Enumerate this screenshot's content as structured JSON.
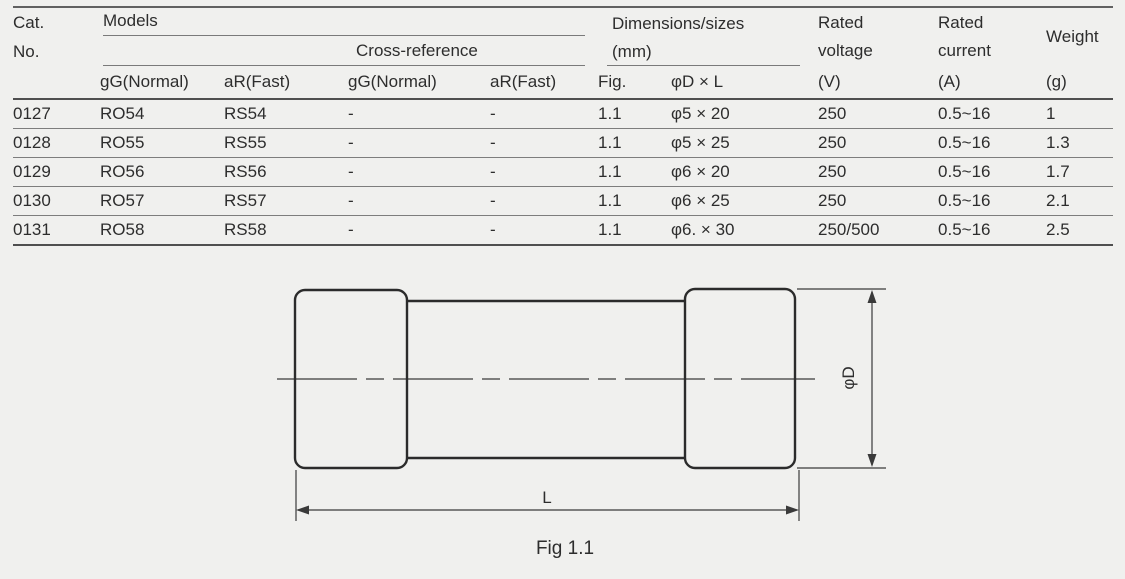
{
  "table": {
    "header": {
      "cat_line1": "Cat.",
      "cat_line2": "No.",
      "models": "Models",
      "cross_reference": "Cross-reference",
      "dimensions_line1": "Dimensions/sizes",
      "dimensions_line2": "(mm)",
      "rated_voltage_line1": "Rated",
      "rated_voltage_line2": "voltage",
      "rated_voltage_unit": "(V)",
      "rated_current_line1": "Rated",
      "rated_current_line2": "current",
      "rated_current_unit": "(A)",
      "weight": "Weight",
      "weight_unit": "(g)",
      "sub_models_gg": "gG(Normal)",
      "sub_models_ar": "aR(Fast)",
      "sub_cross_gg": "gG(Normal)",
      "sub_cross_ar": "aR(Fast)",
      "sub_fig": "Fig.",
      "sub_dim": "φD × L"
    },
    "rows": [
      {
        "cat": "0127",
        "gg": "RO54",
        "ar": "RS54",
        "cross_gg": "-",
        "cross_ar": "-",
        "fig": "1.1",
        "dim": "φ5 × 20",
        "voltage": "250",
        "current": "0.5~16",
        "weight": "1"
      },
      {
        "cat": "0128",
        "gg": "RO55",
        "ar": "RS55",
        "cross_gg": "-",
        "cross_ar": "-",
        "fig": "1.1",
        "dim": "φ5 × 25",
        "voltage": "250",
        "current": "0.5~16",
        "weight": "1.3"
      },
      {
        "cat": "0129",
        "gg": "RO56",
        "ar": "RS56",
        "cross_gg": "-",
        "cross_ar": "-",
        "fig": "1.1",
        "dim": "φ6 × 20",
        "voltage": "250",
        "current": "0.5~16",
        "weight": "1.7"
      },
      {
        "cat": "0130",
        "gg": "RO57",
        "ar": "RS57",
        "cross_gg": "-",
        "cross_ar": "-",
        "fig": "1.1",
        "dim": "φ6 × 25",
        "voltage": "250",
        "current": "0.5~16",
        "weight": "2.1"
      },
      {
        "cat": "0131",
        "gg": "RO58",
        "ar": "RS58",
        "cross_gg": "-",
        "cross_ar": "-",
        "fig": "1.1",
        "dim": "φ6. × 30",
        "voltage": "250/500",
        "current": "0.5~16",
        "weight": "2.5"
      }
    ]
  },
  "diagram": {
    "diameter_label": "φD",
    "length_label": "L",
    "caption": "Fig 1.1"
  },
  "colors": {
    "background": "#f0f0ee",
    "text": "#2d2d2d",
    "line_thin": "#7d7d7d",
    "line_thick": "#4f4f4f",
    "drawing_stroke": "#2b2b2b"
  }
}
